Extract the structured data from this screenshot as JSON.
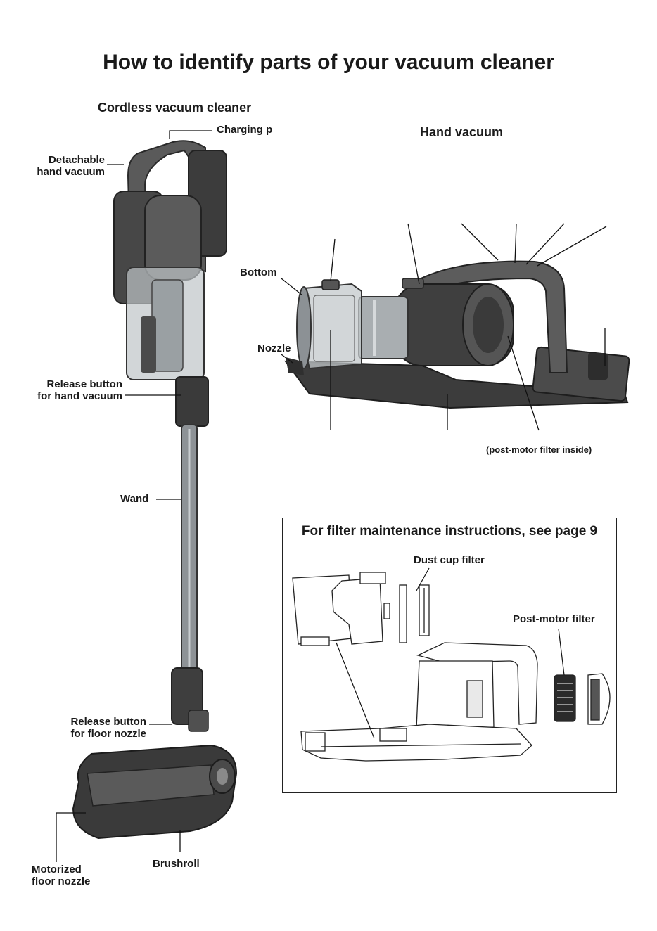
{
  "page": {
    "title": "How to identify parts of your vacuum cleaner"
  },
  "cordless": {
    "heading": "Cordless vacuum cleaner",
    "labels": {
      "charging": "Charging p",
      "detachable_1": "Detachable",
      "detachable_2": "hand vacuum",
      "release_hand_1": "Release button",
      "release_hand_2": "for hand vacuum",
      "wand": "Wand",
      "release_floor_1": "Release button",
      "release_floor_2": "for floor nozzle",
      "motorized_1": "Motorized",
      "motorized_2": "floor nozzle",
      "brushroll": "Brushroll"
    }
  },
  "hand": {
    "heading": "Hand vacuum",
    "labels": {
      "bottom": "Bottom",
      "nozzle": "Nozzle",
      "post_motor_note": "(post-motor filter inside)"
    }
  },
  "filter_box": {
    "title": "For filter maintenance instructions, see page 9",
    "dust_cup_filter": "Dust cup filter",
    "post_motor_filter": "Post-motor filter"
  }
}
